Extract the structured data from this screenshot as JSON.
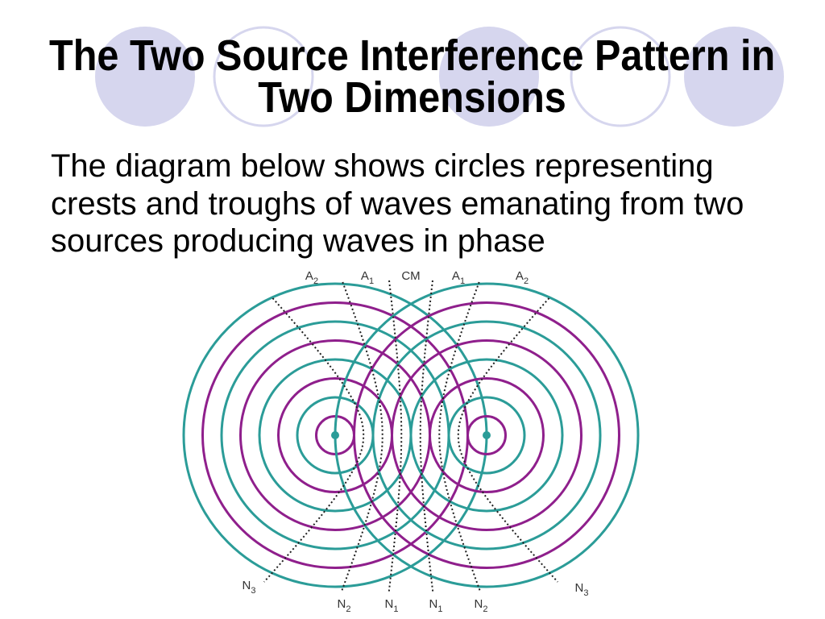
{
  "slide": {
    "title_lines": [
      "The Two Source Interference Pattern in",
      "Two Dimensions"
    ],
    "body_lines": [
      "The diagram below shows circles representing",
      "crests and troughs of waves emanating from two",
      "sources producing waves in phase"
    ]
  },
  "theme": {
    "decor_circle_color": "#d6d6ee",
    "text_color": "#000000"
  },
  "diagram": {
    "colors": {
      "ring_teal": "#2b9c98",
      "ring_purple": "#8f1f8c",
      "source_dot": "#2b9c98",
      "nodal_line": "#1f1f1f"
    },
    "top_labels": [
      {
        "main": "A",
        "sub": "2"
      },
      {
        "main": "A",
        "sub": "1"
      },
      {
        "main": "CM"
      },
      {
        "main": "A",
        "sub": "1"
      },
      {
        "main": "A",
        "sub": "2"
      }
    ],
    "bottom_labels": [
      {
        "main": "N",
        "sub": "3"
      },
      {
        "main": "N",
        "sub": "2"
      },
      {
        "main": "N",
        "sub": "1"
      },
      {
        "main": "N",
        "sub": "1"
      },
      {
        "main": "N",
        "sub": "2"
      },
      {
        "main": "N",
        "sub": "3"
      }
    ]
  }
}
